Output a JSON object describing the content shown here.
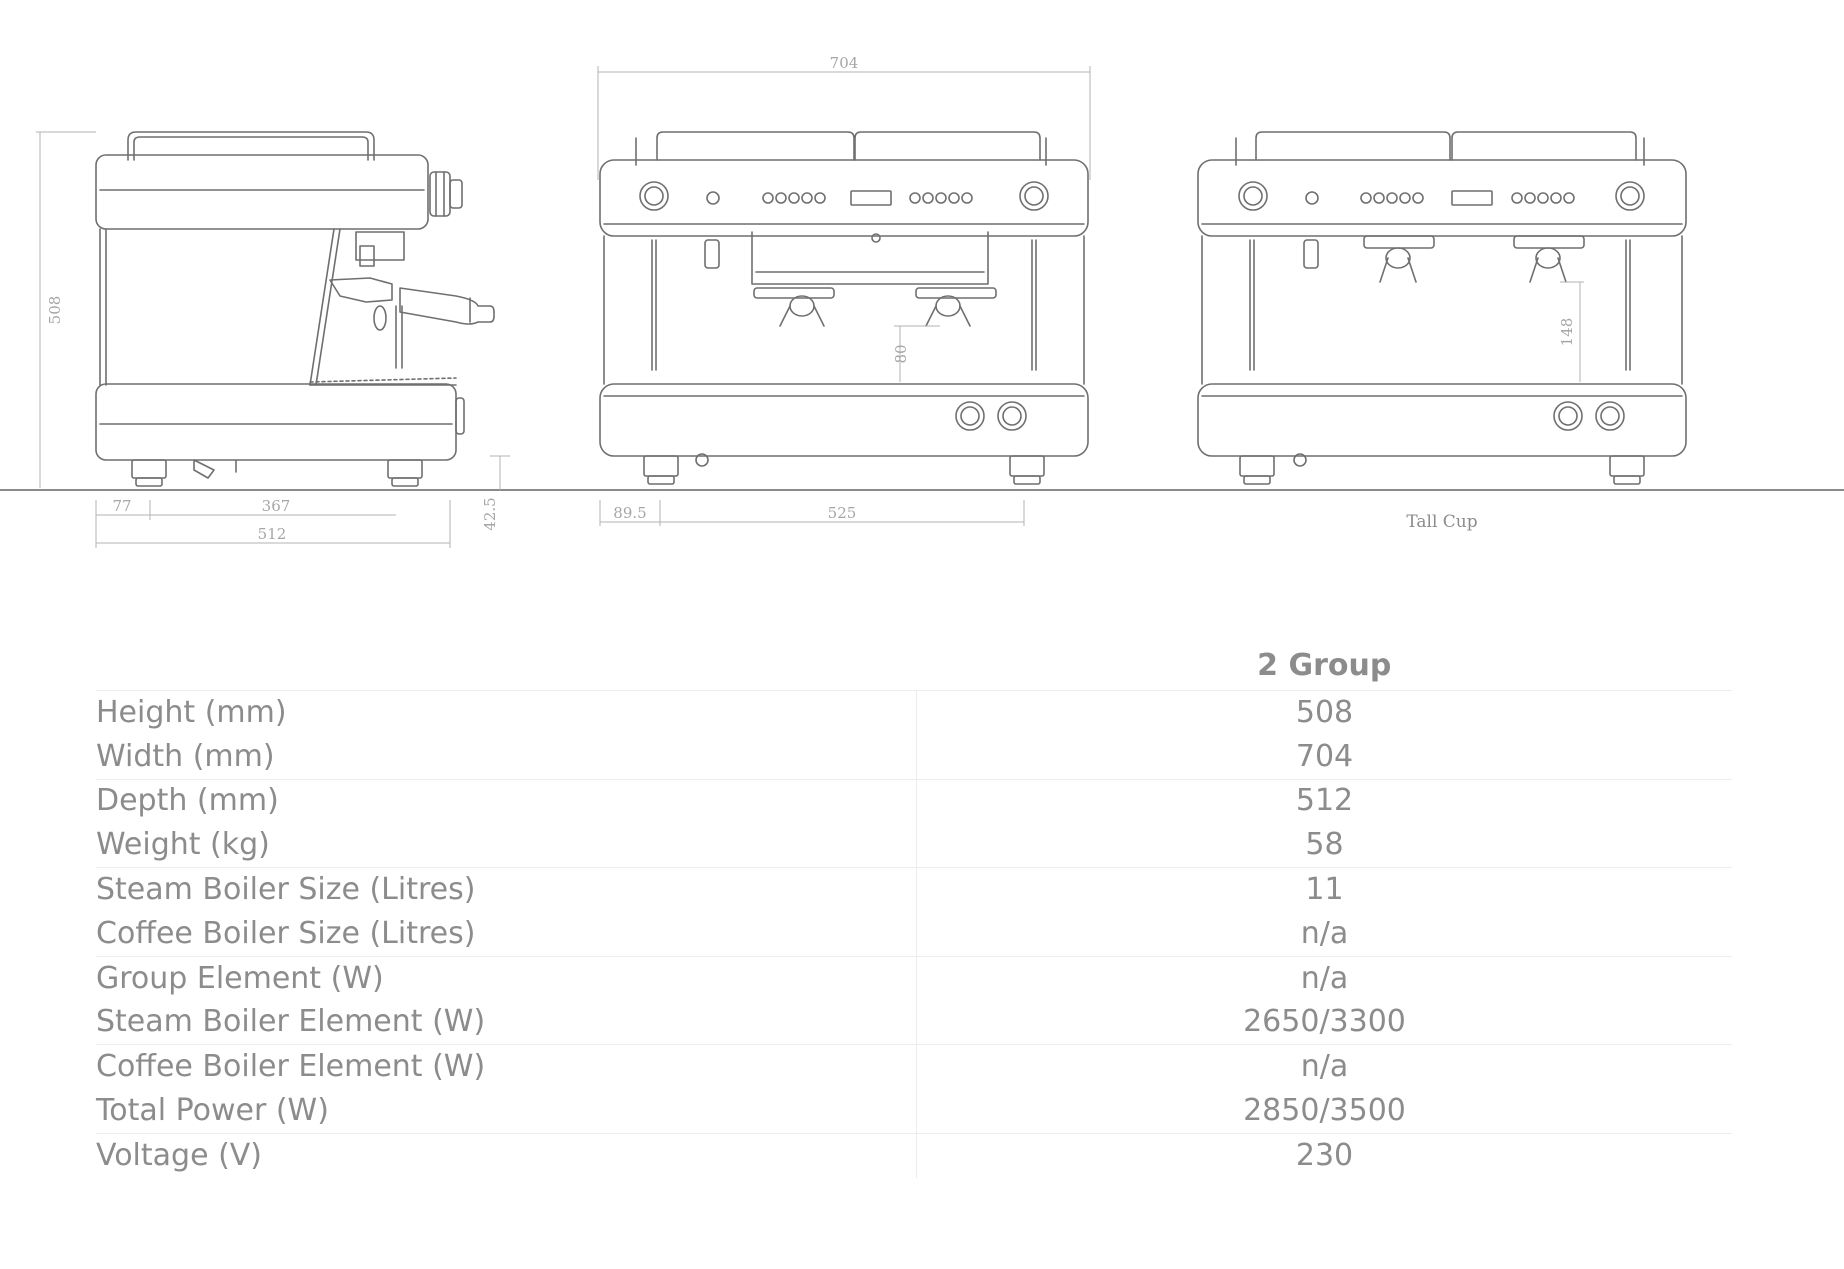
{
  "drawings": {
    "side": {
      "height": "508",
      "left_offset": "77",
      "length": "367",
      "foot_height": "42.5",
      "depth": "512"
    },
    "front": {
      "width": "704",
      "clearance": "80",
      "side_offset": "89.5",
      "foot_span": "525"
    },
    "tall_cup": {
      "clearance": "148",
      "caption": "Tall Cup"
    }
  },
  "table": {
    "column_header": "2 Group",
    "rows": [
      {
        "label": "Height (mm)",
        "value": "508"
      },
      {
        "label": "Width (mm)",
        "value": "704"
      },
      {
        "label": "Depth (mm)",
        "value": "512"
      },
      {
        "label": "Weight (kg)",
        "value": "58"
      },
      {
        "label": "Steam Boiler Size (Litres)",
        "value": "11"
      },
      {
        "label": "Coffee Boiler Size (Litres)",
        "value": "n/a"
      },
      {
        "label": "Group Element (W)",
        "value": "n/a"
      },
      {
        "label": "Steam Boiler Element (W)",
        "value": "2650/3300"
      },
      {
        "label": "Coffee Boiler Element (W)",
        "value": "n/a"
      },
      {
        "label": "Total Power (W)",
        "value": "2850/3500"
      },
      {
        "label": "Voltage (V)",
        "value": "230"
      }
    ]
  }
}
